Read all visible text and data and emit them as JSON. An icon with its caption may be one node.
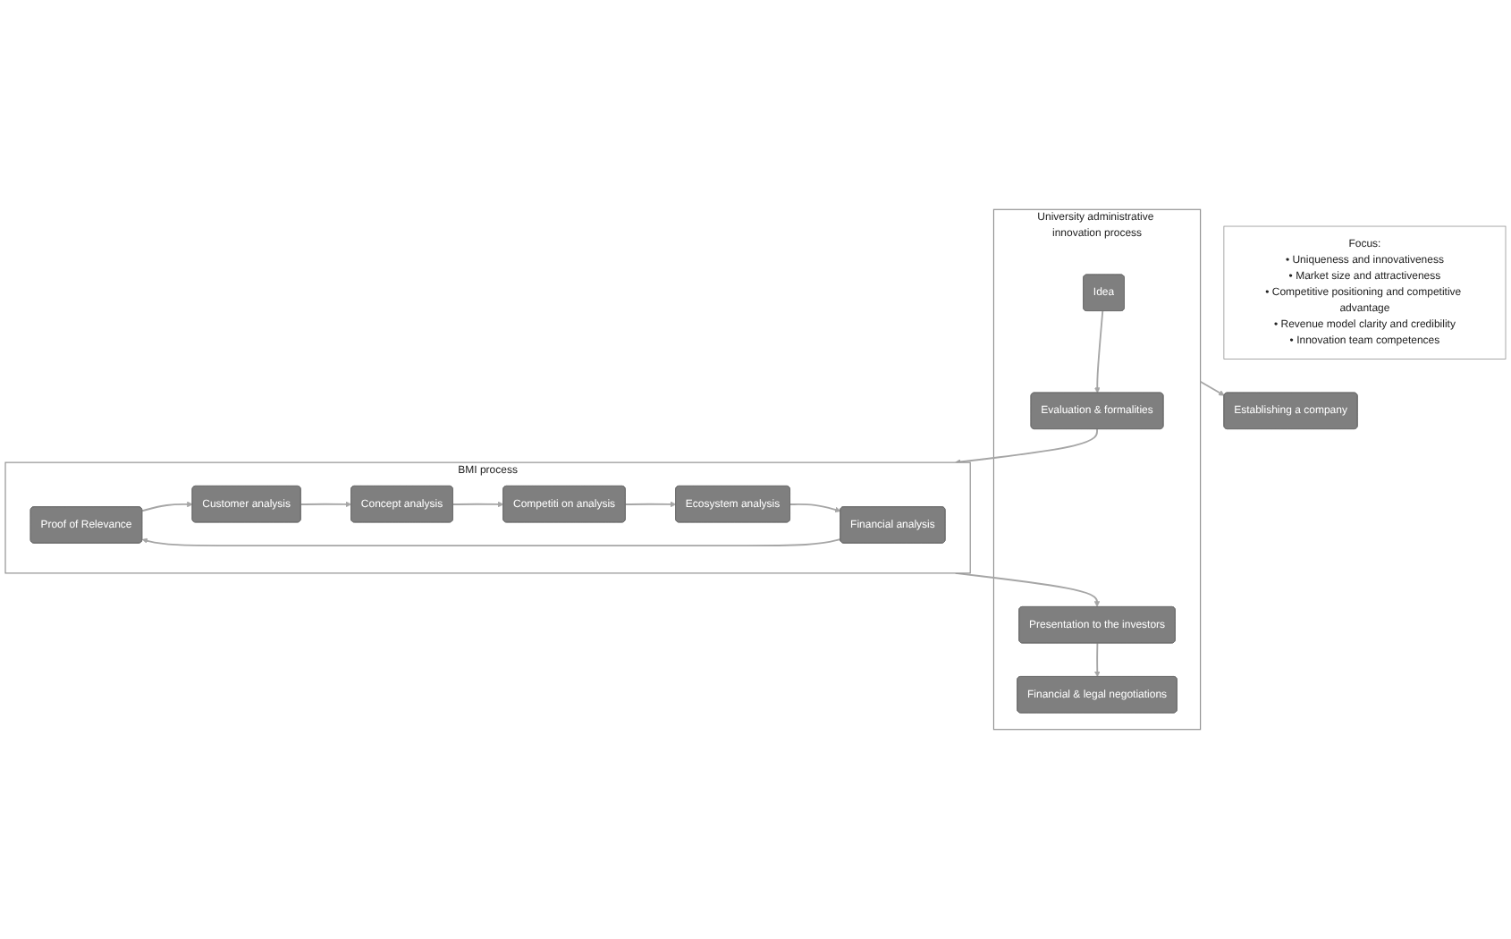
{
  "diagram": {
    "nodes": [
      {
        "text": [
          "University administrative innovation process"
        ]
      },
      {
        "text": [
          "Idea"
        ],
        "in": 0
      },
      {
        "text": [
          "Evaluation & formalities"
        ],
        "in": 0
      },
      {
        "text": [
          "Financial & legal negotiations"
        ],
        "in": 0
      },
      {
        "text": [
          "Presentation to the investors"
        ],
        "in": 0
      },
      {
        "text": [
          "BMI process"
        ]
      },
      {
        "text": [
          "Proof of Relevance"
        ],
        "in": 5
      },
      {
        "text": [
          "Customer analysis"
        ],
        "in": 5
      },
      {
        "text": [
          "Concept analysis"
        ],
        "in": 5
      },
      {
        "text": [
          "Competiti on analysis"
        ],
        "in": 5
      },
      {
        "text": [
          "Ecosystem analysis"
        ],
        "in": 5
      },
      {
        "text": [
          "Financial analysis"
        ],
        "in": 5
      },
      {
        "text": [
          "Establishing a company"
        ]
      },
      {
        "text": [
          "Focus:",
          "• Uniqueness and innovativeness",
          "• Market size and attractiveness",
          "• Competitive positioning and competitive advantage",
          "• Revenue model clarity and credibility",
          "• Innovation team competences"
        ]
      }
    ],
    "edges": [
      {
        "from": 1,
        "to": 2,
        "arrow": "to"
      },
      {
        "from": 2,
        "to": 5,
        "arrow": "to"
      },
      {
        "from": 5,
        "to": 4,
        "arrow": "to"
      },
      {
        "from": 4,
        "to": 3,
        "arrow": "to"
      },
      {
        "from": 0,
        "to": 12,
        "arrow": "to"
      },
      {
        "from": 6,
        "to": 7,
        "arrow": "to"
      },
      {
        "from": 7,
        "to": 8,
        "arrow": "to"
      },
      {
        "from": 8,
        "to": 9,
        "arrow": "to"
      },
      {
        "from": 9,
        "to": 10,
        "arrow": "to"
      },
      {
        "from": 10,
        "to": 11,
        "arrow": "to"
      },
      {
        "from": 11,
        "to": 6,
        "arrow": "to"
      }
    ]
  }
}
